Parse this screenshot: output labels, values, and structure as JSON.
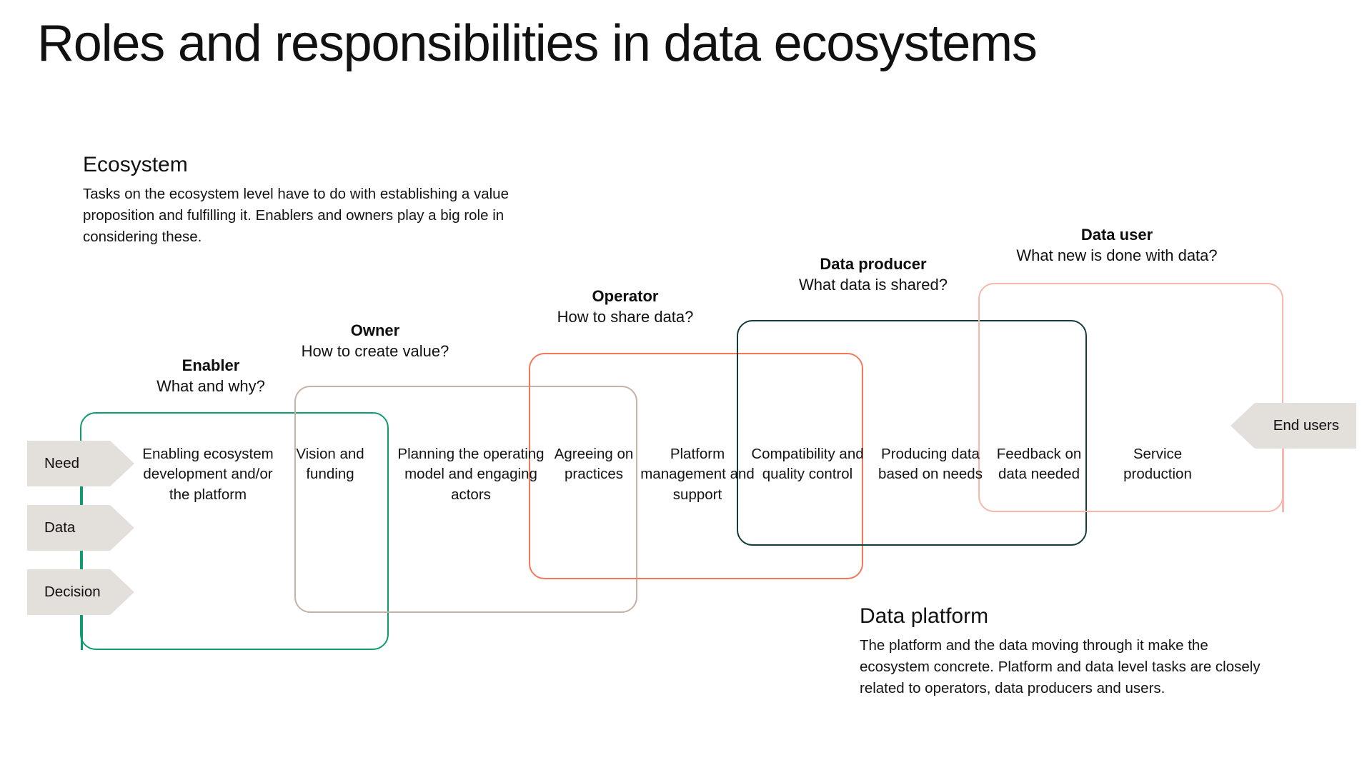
{
  "page": {
    "title": "Roles and responsibilities in data ecosystems"
  },
  "notes": [
    {
      "id": "ecosystem",
      "title": "Ecosystem",
      "body": "Tasks on the ecosystem level have to do with establishing a value proposition and fulfilling it. Enablers and owners play a big role in considering these."
    },
    {
      "id": "data-platform",
      "title": "Data platform",
      "body": "The platform and the data moving through it make the ecosystem concrete. Platform and data level tasks are closely related to operators, data producers and users."
    }
  ],
  "roles": [
    {
      "id": "enabler",
      "name": "Enabler",
      "question": "What and why?",
      "color": "#0f9a70"
    },
    {
      "id": "owner",
      "name": "Owner",
      "question": "How to create value?",
      "color": "#c3b3a7"
    },
    {
      "id": "operator",
      "name": "Operator",
      "question": "How to share data?",
      "color": "#f4775c"
    },
    {
      "id": "data-producer",
      "name": "Data producer",
      "question": "What data is shared?",
      "color": "#143c39"
    },
    {
      "id": "data-user",
      "name": "Data user",
      "question": "What new is done with data?",
      "color": "#f8b7ae"
    }
  ],
  "tasks": [
    {
      "id": "enabling",
      "text": "Enabling ecosystem development and/or the platform"
    },
    {
      "id": "vision",
      "text": "Vision and funding"
    },
    {
      "id": "planning",
      "text": "Planning the operating model and engaging actors"
    },
    {
      "id": "agreeing",
      "text": "Agreeing on practices"
    },
    {
      "id": "platform",
      "text": "Platform management and support"
    },
    {
      "id": "compat",
      "text": "Compatibility and quality control"
    },
    {
      "id": "producing",
      "text": "Producing data based on needs"
    },
    {
      "id": "feedback",
      "text": "Feedback on data needed"
    },
    {
      "id": "service",
      "text": "Service production"
    }
  ],
  "inputs": [
    {
      "id": "need",
      "label": "Need"
    },
    {
      "id": "data",
      "label": "Data"
    },
    {
      "id": "decision",
      "label": "Decision"
    }
  ],
  "output": {
    "id": "end-users",
    "label": "End users"
  },
  "colors": {
    "background": "#ffffff",
    "text": "#111111",
    "chevron_fill": "#e3dfda",
    "green": "#0f9a70",
    "taupe": "#c3b3a7",
    "coral": "#f4775c",
    "teal": "#143c39",
    "pink": "#f8b7ae"
  }
}
